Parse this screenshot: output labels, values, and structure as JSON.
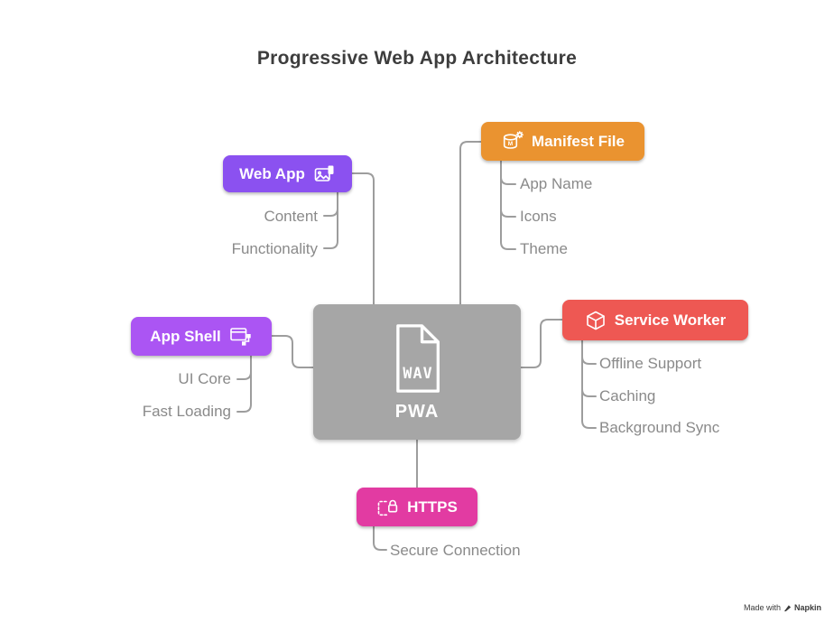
{
  "title": "Progressive Web App Architecture",
  "connector_color": "#9d9d9d",
  "center": {
    "label": "PWA",
    "file_text": "WAV",
    "icon": "wav-file-icon",
    "color": "#a6a6a6"
  },
  "nodes": {
    "web_app": {
      "label": "Web App",
      "icon": "app-window-icon",
      "color": "#8b51f0",
      "children": [
        "Content",
        "Functionality"
      ]
    },
    "manifest": {
      "label": "Manifest File",
      "icon": "manifest-database-gear-icon",
      "color": "#ea9330",
      "children": [
        "App Name",
        "Icons",
        "Theme"
      ]
    },
    "app_shell": {
      "label": "App Shell",
      "icon": "browser-layout-icon",
      "color": "#ab55f3",
      "children": [
        "UI Core",
        "Fast Loading"
      ]
    },
    "service_worker": {
      "label": "Service Worker",
      "icon": "cube-icon",
      "color": "#ee5853",
      "children": [
        "Offline Support",
        "Caching",
        "Background Sync"
      ]
    },
    "https": {
      "label": "HTTPS",
      "icon": "lock-icon",
      "color": "#e23ba2",
      "children": [
        "Secure Connection"
      ]
    }
  },
  "watermark": {
    "prefix": "Made with",
    "brand": "Napkin"
  }
}
